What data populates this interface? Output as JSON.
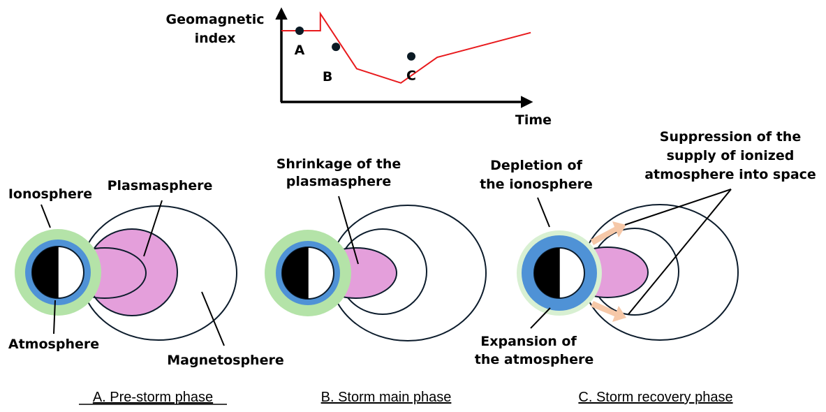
{
  "chart": {
    "y_label_lines": [
      "Geomagnetic",
      "index"
    ],
    "x_label": "Time",
    "line_color": "#e8191c",
    "points": [
      {
        "label": "A",
        "phase": "pre-storm"
      },
      {
        "label": "B",
        "phase": "storm main"
      },
      {
        "label": "C",
        "phase": "storm recovery"
      }
    ]
  },
  "chart_data": {
    "type": "line",
    "title": "",
    "xlabel": "Time",
    "ylabel": "Geomagnetic index",
    "units": "qualitative (relative, 0-1 scale, no ticks shown)",
    "x": [
      0.0,
      0.15,
      0.15,
      0.29,
      0.46,
      0.6,
      0.96
    ],
    "y": [
      0.75,
      0.75,
      0.93,
      0.35,
      0.2,
      0.47,
      0.73
    ],
    "markers": [
      {
        "label": "A",
        "x": 0.07,
        "y": 0.75
      },
      {
        "label": "B",
        "x": 0.21,
        "y": 0.58
      },
      {
        "label": "C",
        "x": 0.5,
        "y": 0.48
      }
    ],
    "xlim": [
      0,
      1
    ],
    "ylim": [
      0,
      1
    ],
    "grid": false
  },
  "colors": {
    "ionosphere": "#b4e3a8",
    "ionosphere_depleted": "#d8f0d2",
    "atmosphere": "#4f92d6",
    "plasmasphere": "#e49fdb",
    "outflow_arrow": "#f6c8a8",
    "outline": "#0c1c2c"
  },
  "panels": {
    "a": {
      "caption": "A. Pre-storm phase",
      "labels": {
        "ionosphere": "Ionosphere",
        "plasmasphere": "Plasmasphere",
        "atmosphere": "Atmosphere",
        "magnetosphere": "Magnetosphere"
      }
    },
    "b": {
      "caption": "B. Storm main phase",
      "labels": {
        "shrinkage": [
          "Shrinkage of the",
          "plasmasphere"
        ]
      }
    },
    "c": {
      "caption": "C. Storm recovery phase",
      "labels": {
        "depletion": [
          "Depletion of",
          "the ionosphere"
        ],
        "suppression": [
          "Suppression of the",
          "supply of ionized",
          "atmosphere into space"
        ],
        "expansion": [
          "Expansion of",
          "the atmosphere"
        ]
      }
    }
  }
}
